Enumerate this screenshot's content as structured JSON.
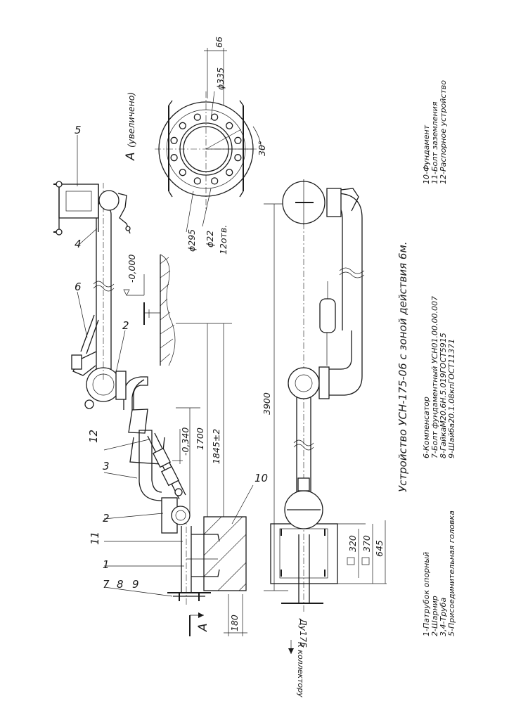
{
  "title": "Устройство УСН-175-06 с зоной действия 6м.",
  "view_a_label": "А",
  "view_a_caption": "(увеличено)",
  "section_marker": "А",
  "collector_note": "К коллектору",
  "dimensions": {
    "d66": "66",
    "d335": "ϕ335",
    "d295": "ϕ295",
    "d22": "ϕ22",
    "holes": "12отв.",
    "angle30": "30°",
    "elev000": "-0,000",
    "elev340": "-0,340",
    "d1700": "1700",
    "d1845": "1845±2",
    "d3900": "3900",
    "d180": "180",
    "d320": "320",
    "d370": "370",
    "d645": "645",
    "dy175": "Ду175"
  },
  "callouts": [
    "5",
    "4",
    "6",
    "2",
    "12",
    "3",
    "2",
    "11",
    "1",
    "7",
    "8",
    "9",
    "10"
  ],
  "legend": {
    "col1": [
      "1-Патрубок опорный",
      "2-Шарнир",
      "3,4-Труба",
      "5-Присоединительная головка"
    ],
    "col2": [
      "6-Компенсатор",
      "7-Болт фундаментный УСН01.00.00.007",
      "8-ГайкаМ20.6Н.5.019ГОСТ5915",
      "9-Шайба20.1.08кпГОСТ11371"
    ],
    "col3": [
      "10-Фундамент",
      "11-Болт заземления",
      "12-Распорное устройство"
    ]
  }
}
